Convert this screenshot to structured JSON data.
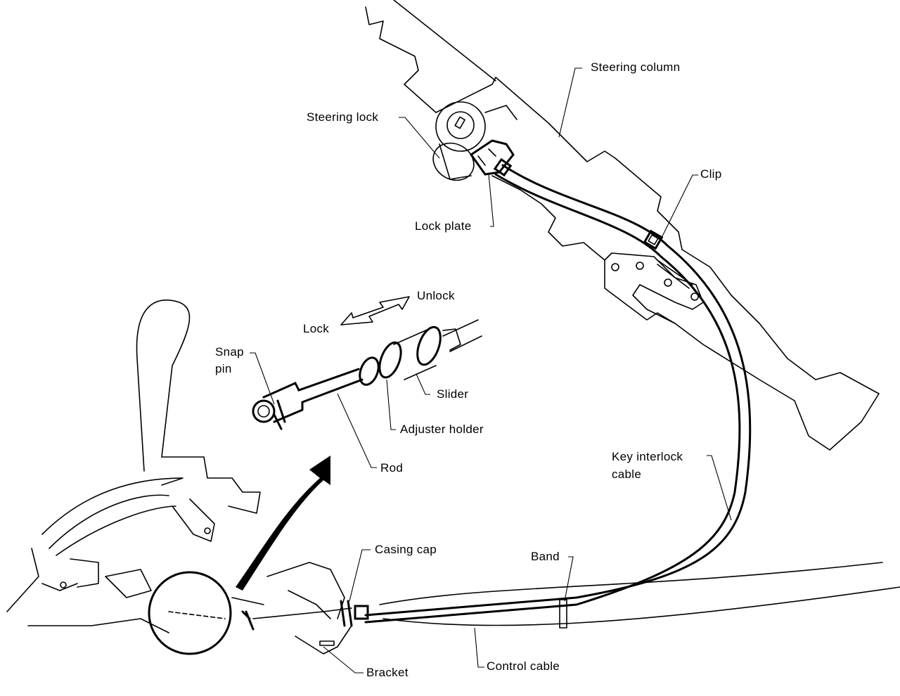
{
  "diagram": {
    "subject": "Key interlock cable installation",
    "labels": {
      "steering_column": "Steering column",
      "steering_lock": "Steering lock",
      "lock_plate": "Lock plate",
      "clip": "Clip",
      "unlock": "Unlock",
      "lock": "Lock",
      "snap_pin_line1": "Snap",
      "snap_pin_line2": "pin",
      "slider": "Slider",
      "adjuster_holder": "Adjuster holder",
      "rod": "Rod",
      "key_interlock_cable_line1": "Key interlock",
      "key_interlock_cable_line2": "cable",
      "casing_cap": "Casing cap",
      "band": "Band",
      "bracket": "Bracket",
      "control_cable": "Control cable"
    }
  }
}
